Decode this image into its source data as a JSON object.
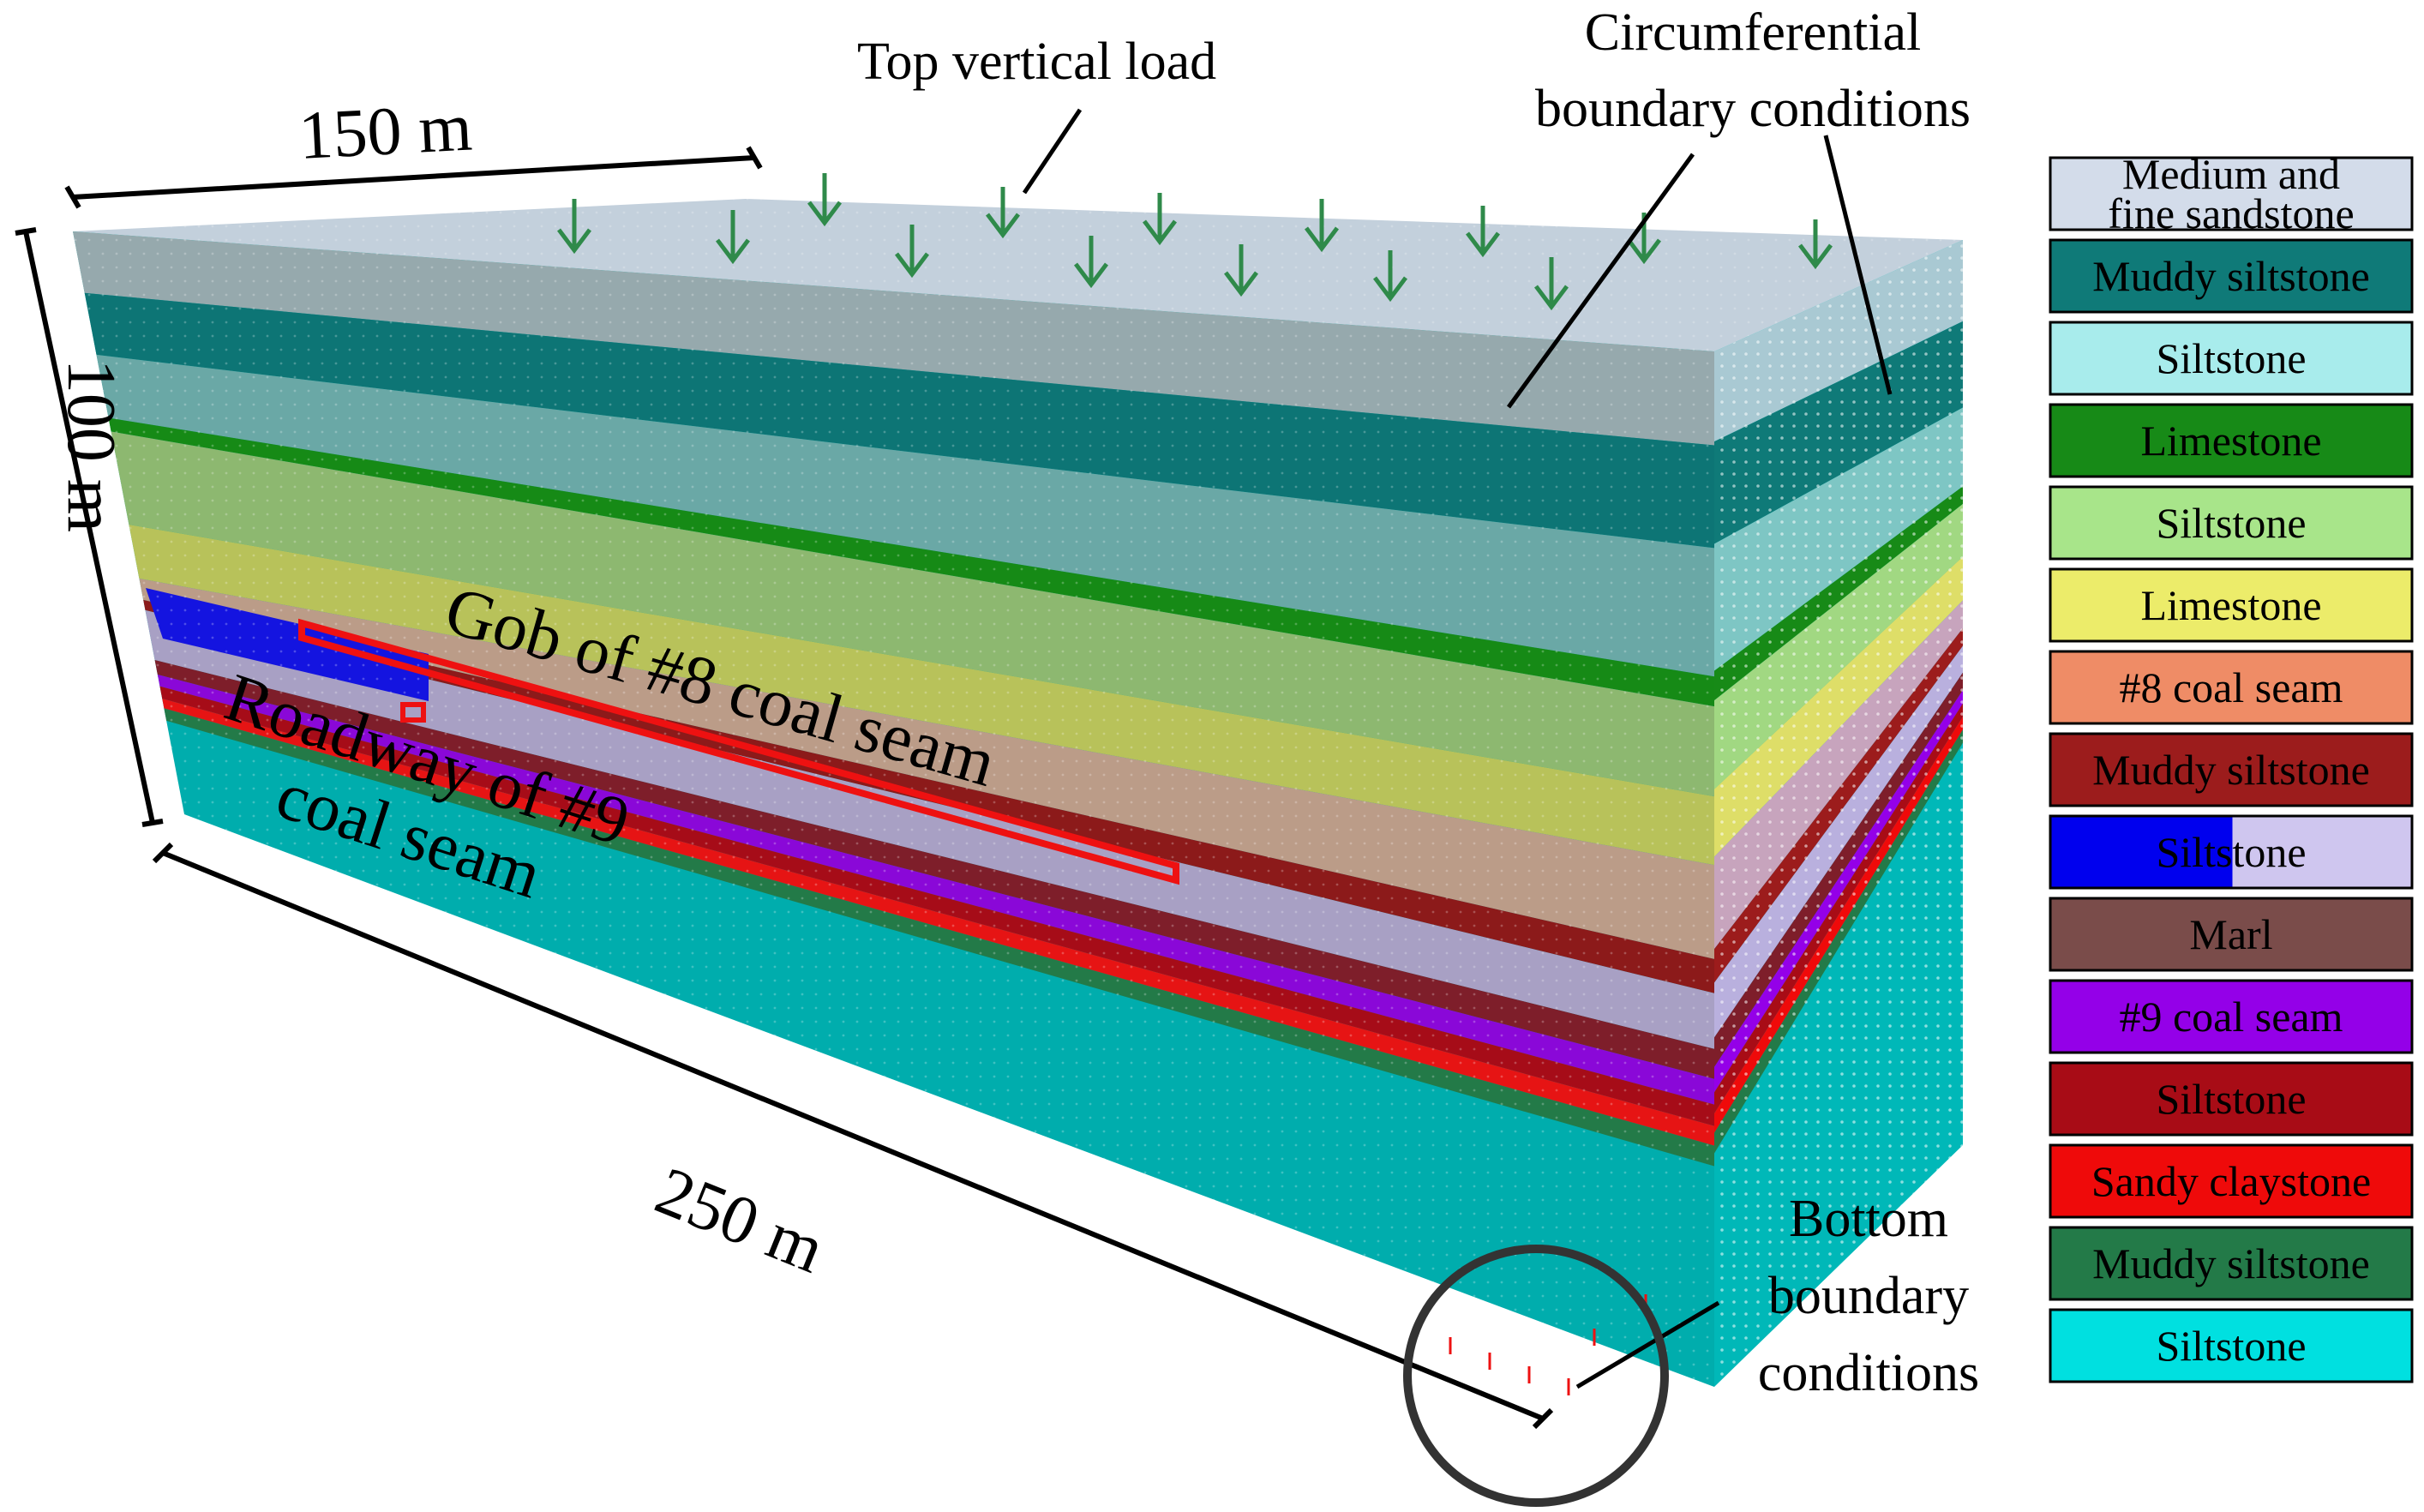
{
  "labels": {
    "dim_width": "150 m",
    "dim_height": "100 m",
    "dim_length": "250 m",
    "top_load": "Top vertical load",
    "circum_line1": "Circumferential",
    "circum_line2": "boundary conditions",
    "gob": "Gob of #8 coal seam",
    "roadway_line1": "Roadway of #9",
    "roadway_line2": "coal seam",
    "bottom_line1": "Bottom",
    "bottom_line2": "boundary",
    "bottom_line3": "conditions"
  },
  "legend": [
    {
      "lines": [
        "Medium and",
        "fine sandstone"
      ],
      "color": "#d3dcea"
    },
    {
      "lines": [
        "Muddy siltstone"
      ],
      "color": "#0f7a78"
    },
    {
      "lines": [
        "Siltstone"
      ],
      "color": "#a8ecec"
    },
    {
      "lines": [
        "Limestone"
      ],
      "color": "#178a17"
    },
    {
      "lines": [
        "Siltstone"
      ],
      "color": "#a8e58a"
    },
    {
      "lines": [
        "Limestone"
      ],
      "color": "#ecec6a"
    },
    {
      "lines": [
        "#8 coal seam"
      ],
      "color": "#ef8c66"
    },
    {
      "lines": [
        "Muddy siltstone"
      ],
      "color": "#9c1c1c"
    },
    {
      "lines": [
        "Siltstone"
      ],
      "color": "#cfc6ef",
      "split_color": "#0000ee"
    },
    {
      "lines": [
        "Marl"
      ],
      "color": "#7a4c4a"
    },
    {
      "lines": [
        "#9 coal seam"
      ],
      "color": "#9400e8"
    },
    {
      "lines": [
        "Siltstone"
      ],
      "color": "#a80c16"
    },
    {
      "lines": [
        "Sandy claystone"
      ],
      "color": "#ef0a0a"
    },
    {
      "lines": [
        "Muddy siltstone"
      ],
      "color": "#237a48"
    },
    {
      "lines": [
        "Siltstone"
      ],
      "color": "#00e0e0"
    }
  ],
  "colors": {
    "front_top_layer": "#96a9ad",
    "front_base": "#00adad",
    "load_arrow": "#2f8a4a",
    "marker_red": "#ee1111"
  }
}
